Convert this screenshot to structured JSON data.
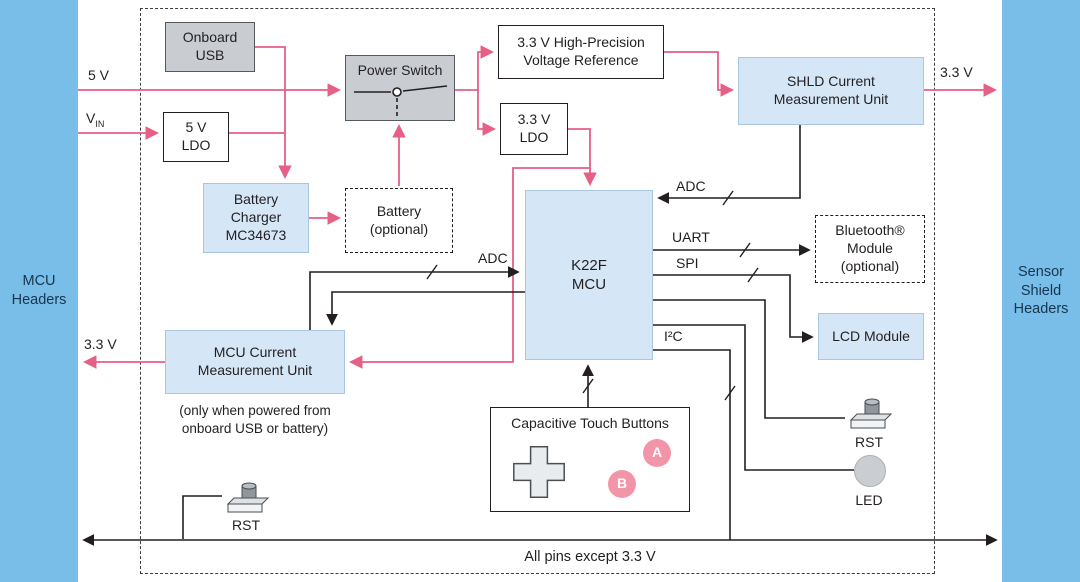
{
  "colors": {
    "header_blue": "#79bde9",
    "box_blue": "#d5e6f6",
    "box_gray": "#c9cdd1",
    "pink": "#e65f85",
    "ink": "#231f20",
    "button_pink": "#f295a8",
    "led_gray": "#caced2"
  },
  "headers": {
    "left": "MCU\nHeaders",
    "right": "Sensor\nShield\nHeaders"
  },
  "blocks": {
    "onboard_usb": "Onboard\nUSB",
    "ldo_5v": "5 V\nLDO",
    "power_switch": "Power Switch",
    "voltage_reference": "3.3 V High-Precision\nVoltage Reference",
    "ldo_3v3": "3.3 V\nLDO",
    "shld_current_unit": "SHLD Current\nMeasurement Unit",
    "battery_charger": "Battery\nCharger\nMC34673",
    "battery": "Battery\n(optional)",
    "mcu": "K22F\nMCU",
    "bluetooth": "Bluetooth®\nModule\n(optional)",
    "lcd": "LCD Module",
    "mcu_current_unit": "MCU Current\nMeasurement Unit",
    "mcu_current_note": "(only when powered from\nonboard USB or battery)",
    "touch_buttons": "Capacitive Touch Buttons"
  },
  "signals": {
    "v5": "5 V",
    "vin_base": "V",
    "vin_sub": "IN",
    "v33_left": "3.3 V",
    "v33_right": "3.3 V",
    "adc_right": "ADC",
    "adc_left": "ADC",
    "uart": "UART",
    "spi": "SPI",
    "i2c": "I²C",
    "bottom_note": "All pins except 3.3 V"
  },
  "buttons": {
    "rst_left": "RST",
    "rst_right": "RST",
    "led": "LED",
    "touch_a": "A",
    "touch_b": "B"
  }
}
